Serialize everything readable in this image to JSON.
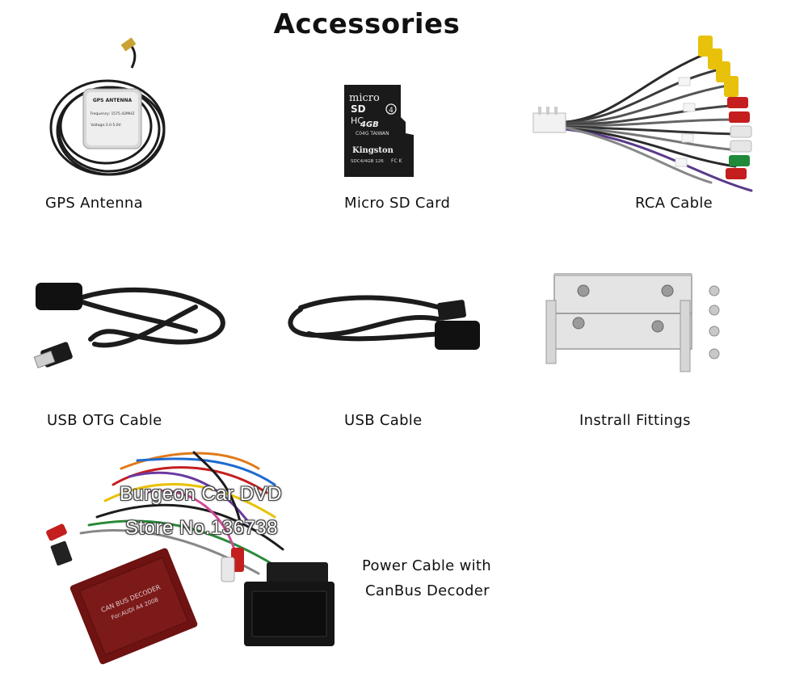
{
  "page": {
    "title": "Accessories"
  },
  "items": {
    "gps": {
      "label": "GPS Antenna",
      "icon": "gps-antenna-icon"
    },
    "sd": {
      "label": "Micro SD Card",
      "icon": "micro-sd-card-icon"
    },
    "rca": {
      "label": "RCA Cable",
      "icon": "rca-cable-icon"
    },
    "usb_otg": {
      "label": "USB OTG Cable",
      "icon": "usb-otg-cable-icon"
    },
    "usb": {
      "label": "USB Cable",
      "icon": "usb-cable-icon"
    },
    "fittings": {
      "label": "Instrall Fittings",
      "icon": "install-fittings-icon"
    },
    "power": {
      "label_line1": "Power Cable with",
      "label_line2": "CanBus Decoder",
      "icon": "power-cable-icon"
    }
  },
  "photo_text": {
    "gps_sticker_title": "GPS ANTENNA",
    "gps_sticker_freq": "Frequency: 1575.42MHZ",
    "gps_sticker_volt": "Voltage:3.0-5.0V",
    "sd_micro": "micro",
    "sd_logo": "SD",
    "sd_hc": "HC",
    "sd_class": "4",
    "sd_capacity": "4GB",
    "sd_code": "C04G TAIWAN",
    "sd_brand": "Kingston",
    "sd_model": "SDC4/4GB 126",
    "sd_mark": "FC K",
    "decoder_line1": "CAN BUS DECODER",
    "decoder_line2": "For:AUDI A4 2008"
  },
  "watermark": {
    "line1": "Burgeon Car  DVD",
    "line2": "Store No.136738"
  },
  "colors": {
    "background": "#ffffff",
    "text": "#111111",
    "cable_black": "#1c1c1c",
    "rca_yellow": "#e8c20a",
    "rca_red": "#c41e1e",
    "rca_white": "#e6e6e6",
    "rca_green": "#1f8a3a",
    "decoder_red": "#6e1212"
  }
}
